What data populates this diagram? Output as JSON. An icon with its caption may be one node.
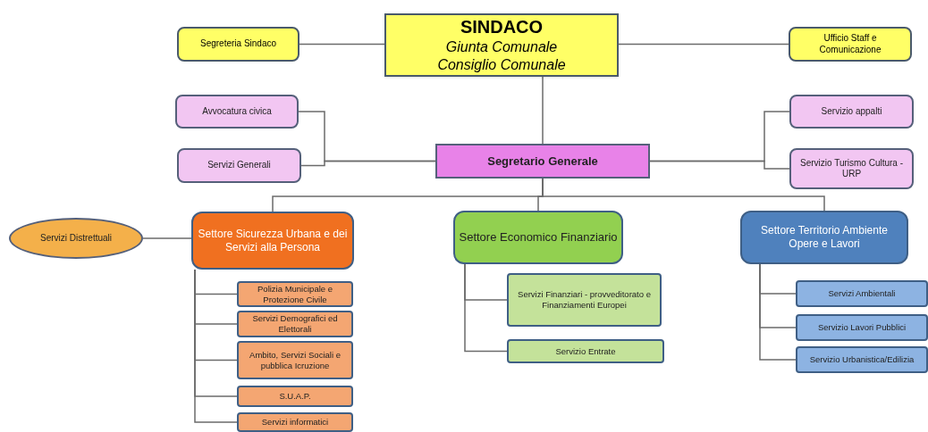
{
  "diagram": {
    "nodes": [
      {
        "text": [
          "SINDACO",
          "Giunta Comunale Consiglio Comunale"
        ]
      },
      {
        "text": [
          "Segreteria Sindaco"
        ]
      },
      {
        "text": [
          "Ufficio Staff e Comunicazione"
        ]
      },
      {
        "text": [
          "Avvocatura civica"
        ]
      },
      {
        "text": [
          "Servizi Generali"
        ]
      },
      {
        "text": [
          "Segretario Generale"
        ]
      },
      {
        "text": [
          "Servizio appalti"
        ]
      },
      {
        "text": [
          "Servizio Turismo Cultura - URP"
        ]
      },
      {
        "text": [
          "Servizi Distrettuali"
        ]
      },
      {
        "text": [
          "Settore Sicurezza Urbana e dei Servizi alla Persona"
        ]
      },
      {
        "text": [
          "Settore Economico Finanziario"
        ]
      },
      {
        "text": [
          "Settore Territorio Ambiente Opere e Lavori"
        ]
      },
      {
        "text": [
          "Polizia Municipale e Protezione Civile"
        ]
      },
      {
        "text": [
          "Servizi Demografici ed Elettorali"
        ]
      },
      {
        "text": [
          "Ambito, Servizi Sociali e pubblica Icruzione"
        ]
      },
      {
        "text": [
          "S.U.A.P."
        ]
      },
      {
        "text": [
          "Servizi informatici"
        ]
      },
      {
        "text": [
          "Servizi Finanziari - provveditorato e Finanziamenti Europei"
        ]
      },
      {
        "text": [
          "Servizio Entrate"
        ]
      },
      {
        "text": [
          "Servizi Ambientali"
        ]
      },
      {
        "text": [
          "Servizio Lavori Pubblici"
        ]
      },
      {
        "text": [
          "Servizio Urbanistica/Edilizia"
        ]
      }
    ],
    "edges": [
      {
        "from": 0,
        "to": 1,
        "arrow": "none"
      },
      {
        "from": 0,
        "to": 2,
        "arrow": "none"
      },
      {
        "from": 0,
        "to": 5,
        "arrow": "none"
      },
      {
        "from": 5,
        "to": 3,
        "arrow": "none"
      },
      {
        "from": 5,
        "to": 4,
        "arrow": "none"
      },
      {
        "from": 5,
        "to": 6,
        "arrow": "none"
      },
      {
        "from": 5,
        "to": 7,
        "arrow": "none"
      },
      {
        "from": 5,
        "to": 9,
        "arrow": "none"
      },
      {
        "from": 5,
        "to": 10,
        "arrow": "none"
      },
      {
        "from": 5,
        "to": 11,
        "arrow": "none"
      },
      {
        "from": 9,
        "to": 8,
        "arrow": "none"
      },
      {
        "from": 9,
        "to": 12,
        "arrow": "none"
      },
      {
        "from": 9,
        "to": 13,
        "arrow": "none"
      },
      {
        "from": 9,
        "to": 14,
        "arrow": "none"
      },
      {
        "from": 9,
        "to": 15,
        "arrow": "none"
      },
      {
        "from": 9,
        "to": 16,
        "arrow": "none"
      },
      {
        "from": 10,
        "to": 17,
        "arrow": "none"
      },
      {
        "from": 10,
        "to": 18,
        "arrow": "none"
      },
      {
        "from": 11,
        "to": 19,
        "arrow": "none"
      },
      {
        "from": 11,
        "to": 20,
        "arrow": "none"
      },
      {
        "from": 11,
        "to": 21,
        "arrow": "none"
      }
    ]
  }
}
